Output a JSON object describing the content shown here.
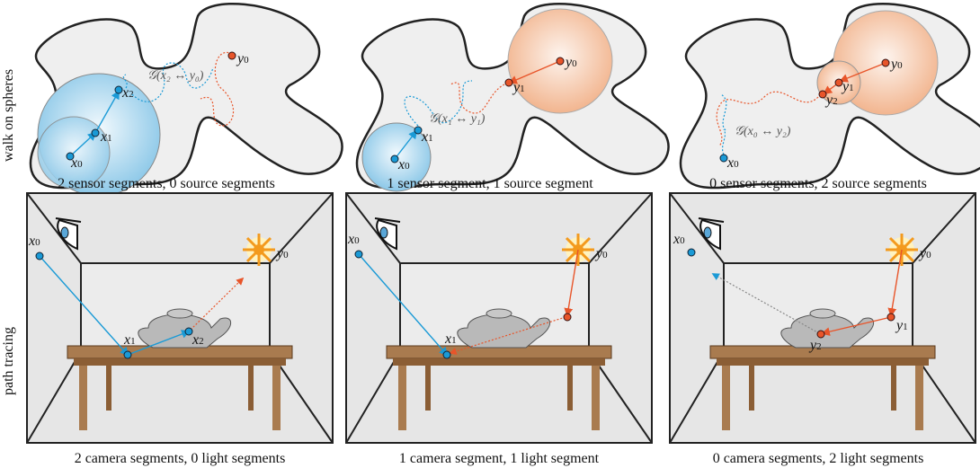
{
  "rows": {
    "top": "walk on spheres",
    "bottom": "path tracing"
  },
  "captions": {
    "top": [
      "2 sensor segments, 0 source segments",
      "1 sensor segment, 1 source segment",
      "0 sensor segments, 2 source segments"
    ],
    "bottom": [
      "2 camera segments, 0 light segments",
      "1 camera segment, 1 light segment",
      "0 camera segments, 2 light segments"
    ]
  },
  "connections": [
    "𝒢(x₂ ↔ y₀)",
    "𝒢(x₁ ↔ y₁)",
    "𝒢(x₀ ↔ y₂)"
  ],
  "vars": {
    "x": "x",
    "y": "y",
    "s0": "0",
    "s1": "1",
    "s2": "2"
  },
  "colors": {
    "sensor": "#1a9ad6",
    "source": "#e8552a"
  }
}
